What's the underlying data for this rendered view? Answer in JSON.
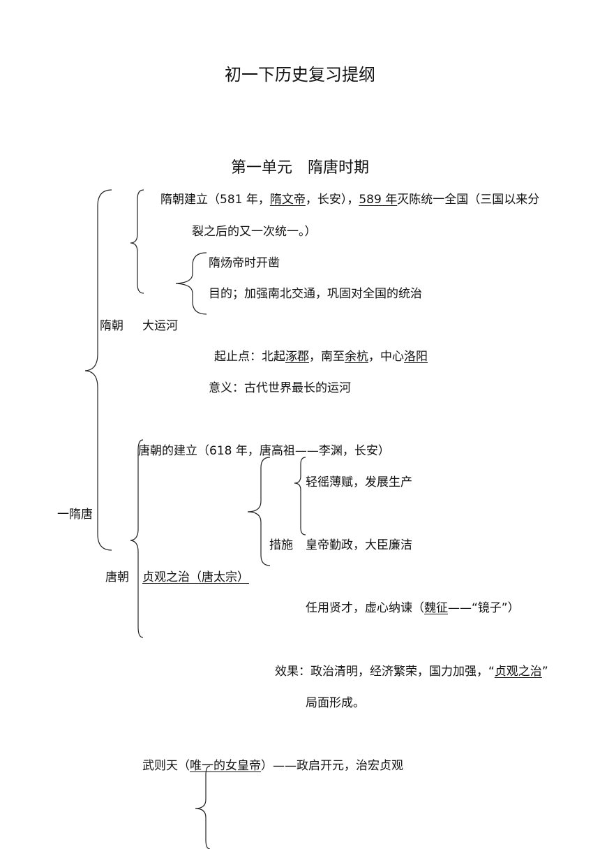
{
  "title": "初一下历史复习提纲",
  "unit_title": "第一单元　隋唐时期",
  "root_label": "一隋唐",
  "sui": {
    "label": "隋朝",
    "founding": {
      "prefix": "隋朝建立（581 年，",
      "emperor": "隋文帝",
      "sep": "，长安），",
      "year_589": "589 年",
      "tail": "灭陈统一全国（三国以来分",
      "line2": "裂之后的又一次统一。）"
    },
    "canal": {
      "label": "大运河",
      "dig": "隋炀帝时开凿",
      "purpose": "目的；加强南北交通，巩固对全国的统治",
      "points": {
        "prefix": "起止点：北起",
        "north": "涿郡",
        "mid1": "，南至",
        "south": "余杭",
        "mid2": "，中心",
        "center": "洛阳"
      },
      "meaning": "意义：古代世界最长的运河"
    }
  },
  "tang": {
    "label": "唐朝",
    "founding": "唐朝的建立（618 年，唐高祖——李渊，长安）",
    "zhenguan": {
      "label": "贞观之治（唐太宗）",
      "measures_label": "措施",
      "measure1": "轻徭薄赋，发展生产",
      "measure2": "皇帝勤政，大臣廉洁",
      "measure3_prefix": "任用贤才，虚心纳谏（",
      "measure3_name": "魏征",
      "measure3_tail": "——“镜子”）",
      "effect_prefix": "效果：政治清明，经济繁荣，国力加强，“",
      "effect_name": "贞观之治",
      "effect_tail": "”",
      "effect_line2": "局面形成。"
    },
    "wu": {
      "prefix": "武则天（",
      "role": "唯一的女皇帝",
      "tail": "）——政启开元，治宏贞观"
    }
  }
}
